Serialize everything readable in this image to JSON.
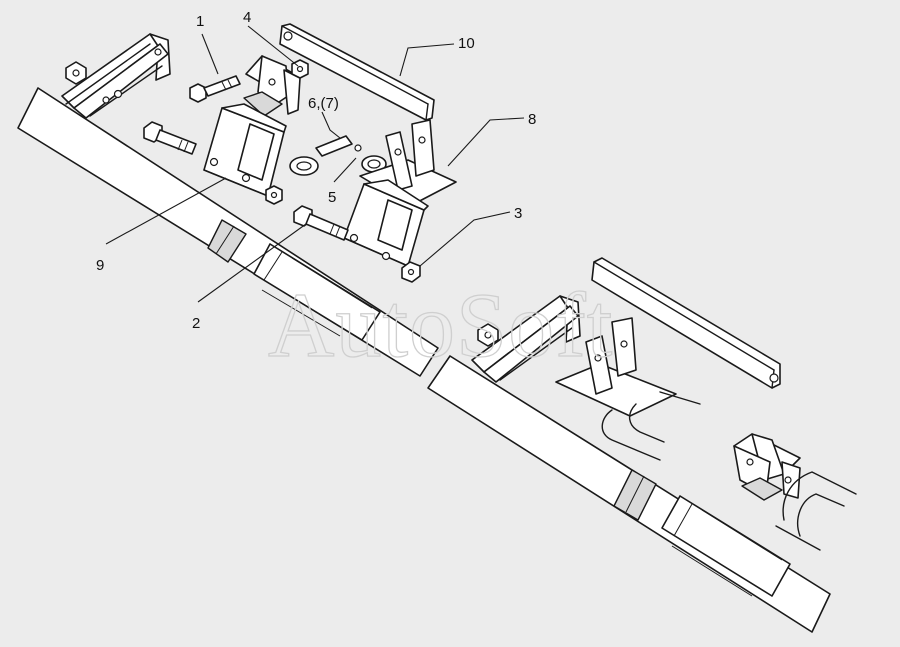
{
  "diagram": {
    "watermark": "AutoSoft",
    "callouts": {
      "c1": "1",
      "c2": "2",
      "c3": "3",
      "c4": "4",
      "c5": "5",
      "c67": "6,(7)",
      "c8": "8",
      "c9": "9",
      "c10": "10"
    }
  }
}
